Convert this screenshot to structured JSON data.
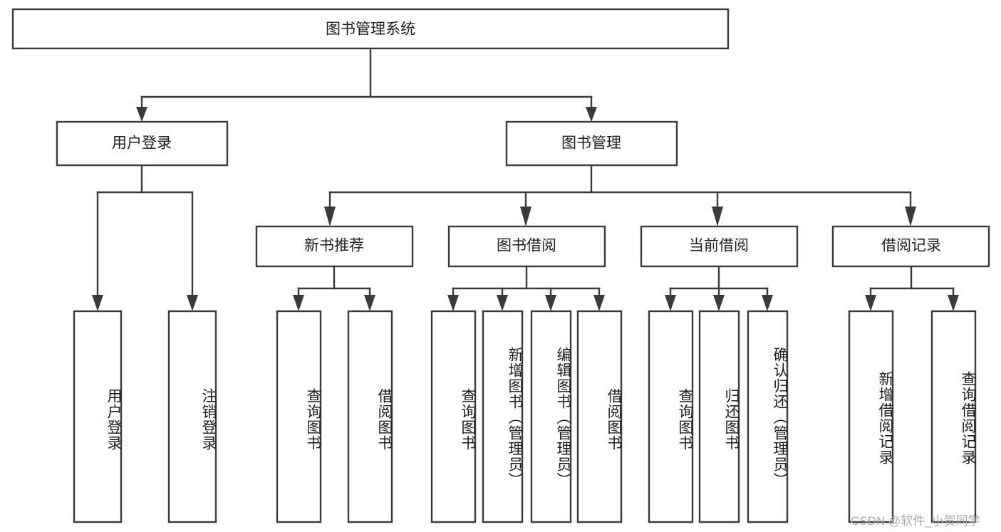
{
  "diagram": {
    "type": "tree-hierarchy-chart",
    "title": "图书管理系统",
    "orientation": "top-down",
    "box_fill": "#ffffff",
    "box_stroke": "#3a3a3a",
    "text_color": "#1d1d1d",
    "levels": [
      {
        "level": 0,
        "nodes": [
          {
            "id": "root",
            "label": "图书管理系统",
            "text_dir": "horizontal"
          }
        ]
      },
      {
        "level": 1,
        "nodes": [
          {
            "id": "login",
            "label": "用户登录",
            "text_dir": "horizontal",
            "parent": "root"
          },
          {
            "id": "bookmgmt",
            "label": "图书管理",
            "text_dir": "horizontal",
            "parent": "root"
          }
        ]
      },
      {
        "level": 2,
        "nodes": [
          {
            "id": "newbook",
            "label": "新书推荐",
            "text_dir": "horizontal",
            "parent": "bookmgmt"
          },
          {
            "id": "borrow",
            "label": "图书借阅",
            "text_dir": "horizontal",
            "parent": "bookmgmt"
          },
          {
            "id": "current",
            "label": "当前借阅",
            "text_dir": "horizontal",
            "parent": "bookmgmt"
          },
          {
            "id": "record",
            "label": "借阅记录",
            "text_dir": "horizontal",
            "parent": "bookmgmt"
          }
        ]
      },
      {
        "level": 3,
        "nodes": [
          {
            "id": "leaf1",
            "label": "用户登录",
            "text_dir": "vertical",
            "parent": "login"
          },
          {
            "id": "leaf2",
            "label": "注销登录",
            "text_dir": "vertical",
            "parent": "login"
          },
          {
            "id": "leaf3",
            "label": "查询图书",
            "text_dir": "vertical",
            "parent": "newbook"
          },
          {
            "id": "leaf4",
            "label": "借阅图书",
            "text_dir": "vertical",
            "parent": "newbook"
          },
          {
            "id": "leaf5",
            "label": "查询图书",
            "text_dir": "vertical",
            "parent": "borrow"
          },
          {
            "id": "leaf6",
            "label": "新增图书（管理员）",
            "text_dir": "vertical",
            "parent": "borrow"
          },
          {
            "id": "leaf7",
            "label": "编辑图书（管理员）",
            "text_dir": "vertical",
            "parent": "borrow"
          },
          {
            "id": "leaf8",
            "label": "借阅图书",
            "text_dir": "vertical",
            "parent": "borrow"
          },
          {
            "id": "leaf9",
            "label": "查询图书",
            "text_dir": "vertical",
            "parent": "current"
          },
          {
            "id": "leaf10",
            "label": "归还图书",
            "text_dir": "vertical",
            "parent": "current"
          },
          {
            "id": "leaf11",
            "label": "确认归还（管理员）",
            "text_dir": "vertical",
            "parent": "current"
          },
          {
            "id": "leaf12",
            "label": "新增借阅记录",
            "text_dir": "vertical",
            "parent": "record"
          },
          {
            "id": "leaf13",
            "label": "查询借阅记录",
            "text_dir": "vertical",
            "parent": "record"
          }
        ]
      }
    ]
  },
  "watermark": {
    "text": "CSDN @软件_小贺同学",
    "color": "#a9a9a9"
  }
}
